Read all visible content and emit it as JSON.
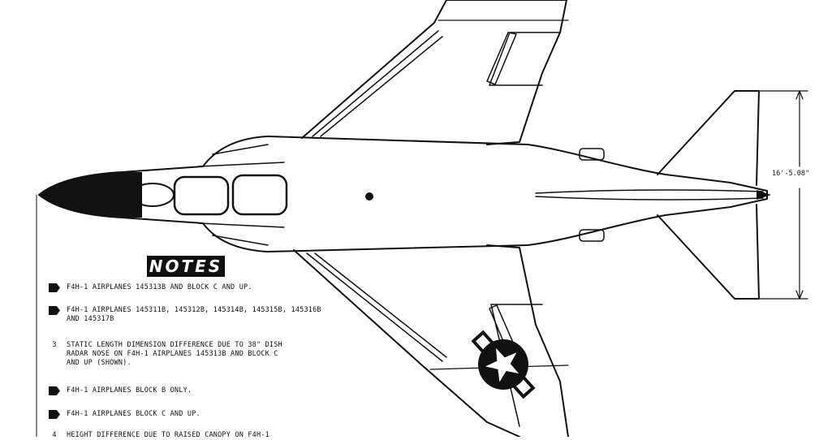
{
  "notes": {
    "title": "NOTES",
    "items": [
      {
        "marker": "flag",
        "text": "F4H-1 AIRPLANES 145313b AND BLOCK C AND UP."
      },
      {
        "marker": "flag",
        "text": "F4H-1 AIRPLANES 145311b, 145312b, 145314b, 145315b, 145316b\nAND 145317b"
      },
      {
        "marker": "3",
        "text": "STATIC LENGTH DIMENSION DIFFERENCE DUE TO 38\" DISH\nRADAR NOSE ON F4H-1 AIRPLANES 145313b AND BLOCK C\nAND UP (SHOWN)."
      },
      {
        "marker": "flag",
        "text": "F4H-1 AIRPLANES BLOCK B ONLY."
      },
      {
        "marker": "flag",
        "text": "F4H-1 AIRPLANES BLOCK C AND UP."
      },
      {
        "marker": "4",
        "text": "HEIGHT DIFFERENCE DUE TO RAISED CANOPY ON F4H-1"
      }
    ]
  },
  "dimension": {
    "tail_span": "16'-5.08\""
  },
  "colors": {
    "ink": "#111111",
    "paper": "#ffffff"
  }
}
